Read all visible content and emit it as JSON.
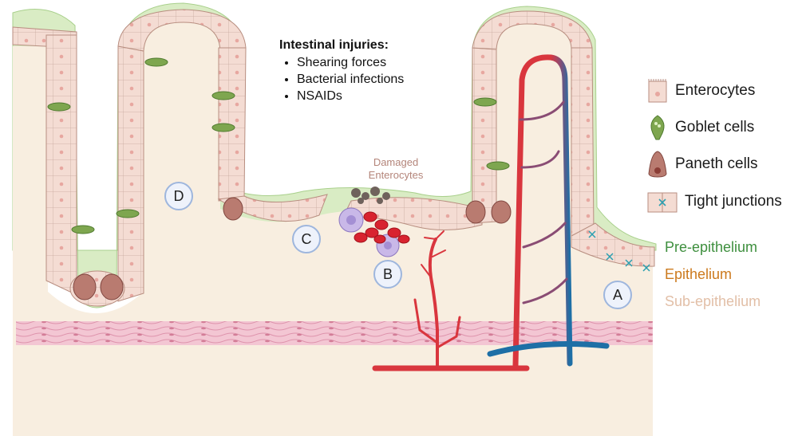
{
  "injuries": {
    "title": "Intestinal injuries:",
    "items": [
      "Shearing forces",
      "Bacterial infections",
      "NSAIDs"
    ]
  },
  "damaged_label": [
    "Damaged",
    "Enterocytes"
  ],
  "legend": {
    "enterocytes": "Enterocytes",
    "goblet": "Goblet cells",
    "paneth": "Paneth cells",
    "tight": "Tight junctions"
  },
  "layers": {
    "pre": "Pre-epithelium",
    "epi": "Epithelium",
    "sub": "Sub-epithelium"
  },
  "markers": {
    "a": "A",
    "b": "B",
    "c": "C",
    "d": "D"
  },
  "colors": {
    "pre_epithelium": "#3e8f3e",
    "epithelium": "#cc7a1e",
    "sub_epithelium": "#e2bfa7",
    "tissue": "#f8eee0",
    "mucus": "#d9ecc4",
    "enterocyte": "#f4dcd3",
    "artery": "#d9363e",
    "vein": "#1e6fa6"
  }
}
